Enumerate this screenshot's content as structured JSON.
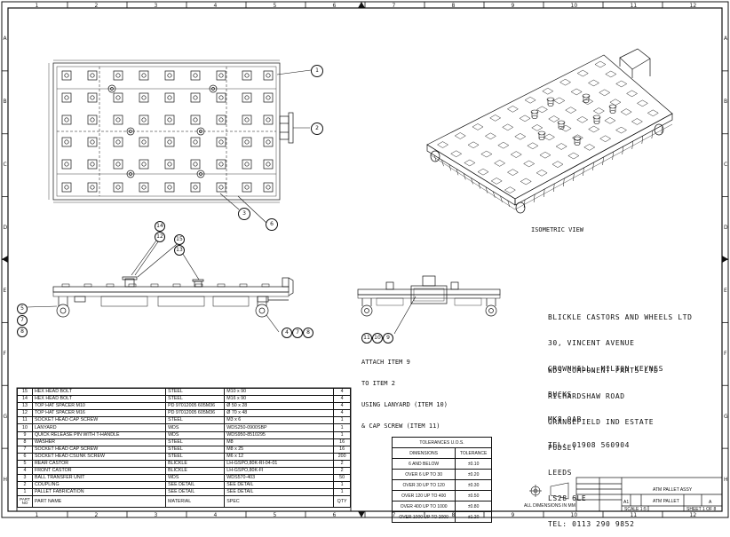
{
  "zones": {
    "columns": [
      "1",
      "2",
      "3",
      "4",
      "5",
      "6",
      "7",
      "8",
      "9",
      "10",
      "11",
      "12"
    ],
    "rows": [
      "A",
      "B",
      "C",
      "D",
      "E",
      "F",
      "G",
      "H"
    ]
  },
  "views": {
    "isometric_label": "ISOMETRIC VIEW"
  },
  "balloons": {
    "plan": [
      "1",
      "2",
      "3",
      "6"
    ],
    "side": [
      "14",
      "12",
      "15",
      "13",
      "5",
      "7",
      "8",
      "4",
      "7",
      "8"
    ],
    "end": [
      "11",
      "10",
      "9"
    ]
  },
  "note": {
    "lines": [
      "ATTACH ITEM 9",
      "TO ITEM 2",
      "USING LANYARD (ITEM 10)",
      "& CAP SCREW (ITEM 11)"
    ]
  },
  "addresses": {
    "blickle": [
      "BLICKLE CASTORS AND WHEELS LTD",
      "30, VINCENT AVENUE",
      "CROWNHILL, MILTON KEYNES",
      "BUCKS",
      "MK8 0AB",
      "TEL: 01908 560904"
    ],
    "wds": [
      "WDS COMPONENT PARTS LTD",
      "RICHARDSHAW ROAD",
      "GRANGEFIELD IND ESTATE",
      "PUDSEY",
      "LEEDS",
      "LS28 6LE",
      "TEL: 0113 290 9852"
    ]
  },
  "bom": {
    "rows": [
      {
        "no": "15",
        "name": "HEX HEAD BOLT",
        "material": "STEEL",
        "spec": "M10 x 90",
        "qty": "4"
      },
      {
        "no": "14",
        "name": "HEX HEAD BOLT",
        "material": "STEEL",
        "spec": "M16 x 90",
        "qty": "4"
      },
      {
        "no": "13",
        "name": "TOP HAT SPACER M10",
        "material": "PD 97012005 605M36",
        "spec": "Ø 50 x 28",
        "qty": "4"
      },
      {
        "no": "12",
        "name": "TOP HAT SPACER M16",
        "material": "PD 97012005 605M36",
        "spec": "Ø 70 x 48",
        "qty": "4"
      },
      {
        "no": "11",
        "name": "SOCKET HEAD CAP SCREW",
        "material": "STEEL",
        "spec": "M3 x 6",
        "qty": "1"
      },
      {
        "no": "10",
        "name": "LANYARD",
        "material": "WDS",
        "spec": "WDS250-0900SBP",
        "qty": "1"
      },
      {
        "no": "9",
        "name": "QUICK RELEASE PIN WITH T-HANDLE",
        "material": "WDS",
        "spec": "WDS950-8510295",
        "qty": "1"
      },
      {
        "no": "8",
        "name": "WASHER",
        "material": "STEEL",
        "spec": "M8",
        "qty": "16"
      },
      {
        "no": "7",
        "name": "SOCKET HEAD CAP SCREW",
        "material": "STEEL",
        "spec": "M8 x 25",
        "qty": "16"
      },
      {
        "no": "6",
        "name": "SOCKET HEAD CSUNK SCREW",
        "material": "STEEL",
        "spec": "M6 x 12",
        "qty": "200"
      },
      {
        "no": "5",
        "name": "REAR CASTOR",
        "material": "BLICKLE",
        "spec": "LH-GSPO,80K-RI-04-01",
        "qty": "2"
      },
      {
        "no": "4",
        "name": "FRONT CASTOR",
        "material": "BLICKLE",
        "spec": "LH-GSPO,80K-FI",
        "qty": "2"
      },
      {
        "no": "3",
        "name": "BALL TRANSFER UNIT",
        "material": "WDS",
        "spec": "WDS570-403",
        "qty": "50"
      },
      {
        "no": "2",
        "name": "COUPLING",
        "material": "SEE DETAIL",
        "spec": "SEE DETAIL",
        "qty": "1"
      },
      {
        "no": "1",
        "name": "PALLET FABRICATION",
        "material": "SEE DETAIL",
        "spec": "SEE DETAIL",
        "qty": "1"
      }
    ],
    "header": {
      "no": "PART NO",
      "name": "PART NAME",
      "material": "MATERIAL",
      "spec": "SPEC",
      "qty": "QTY"
    }
  },
  "tolerances": {
    "title": "TOLERANCES U.O.S.",
    "header": [
      "DIMENSIONS",
      "TOLERANCE"
    ],
    "rows": [
      [
        "6 AND BELOW",
        "±0.10"
      ],
      [
        "OVER 6 UP TO 30",
        "±0.20"
      ],
      [
        "OVER 30 UP TO 120",
        "±0.30"
      ],
      [
        "OVER 120 UP TO 400",
        "±0.50"
      ],
      [
        "OVER 400 UP TO 1000",
        "±0.80"
      ],
      [
        "OVER 1000 UP TO 2000",
        "±1.20"
      ]
    ]
  },
  "title_block": {
    "dims_note": "ALL DIMENSIONS IN MM",
    "title": "ATM PALLET ASSY",
    "drawing_title": "ATM PALLET",
    "size": "A1",
    "revision": "A",
    "scale": "SCALE 1:5",
    "sheet": "SHEET 1 OF 8"
  }
}
